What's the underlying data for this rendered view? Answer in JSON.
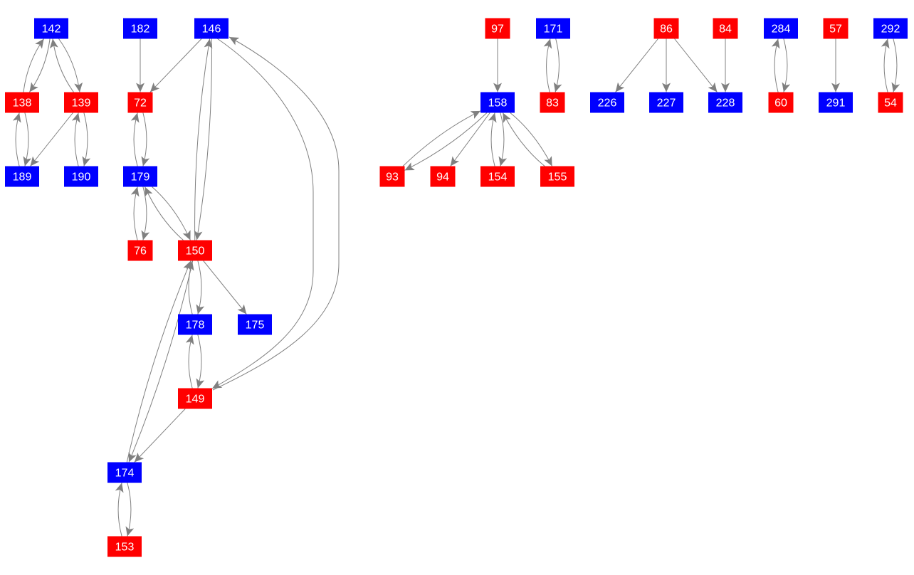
{
  "colors": {
    "blue": "#0000ff",
    "red": "#ff0000",
    "edge": "#808080",
    "background": "#ffffff"
  },
  "nodes": [
    {
      "id": "142",
      "color": "blue"
    },
    {
      "id": "182",
      "color": "blue"
    },
    {
      "id": "146",
      "color": "blue"
    },
    {
      "id": "138",
      "color": "red"
    },
    {
      "id": "139",
      "color": "red"
    },
    {
      "id": "72",
      "color": "red"
    },
    {
      "id": "189",
      "color": "blue"
    },
    {
      "id": "190",
      "color": "blue"
    },
    {
      "id": "179",
      "color": "blue"
    },
    {
      "id": "76",
      "color": "red"
    },
    {
      "id": "150",
      "color": "red"
    },
    {
      "id": "178",
      "color": "blue"
    },
    {
      "id": "175",
      "color": "blue"
    },
    {
      "id": "149",
      "color": "red"
    },
    {
      "id": "174",
      "color": "blue"
    },
    {
      "id": "153",
      "color": "red"
    },
    {
      "id": "97",
      "color": "red"
    },
    {
      "id": "171",
      "color": "blue"
    },
    {
      "id": "158",
      "color": "blue"
    },
    {
      "id": "83",
      "color": "red"
    },
    {
      "id": "93",
      "color": "red"
    },
    {
      "id": "94",
      "color": "red"
    },
    {
      "id": "154",
      "color": "red"
    },
    {
      "id": "155",
      "color": "red"
    },
    {
      "id": "86",
      "color": "red"
    },
    {
      "id": "84",
      "color": "red"
    },
    {
      "id": "284",
      "color": "blue"
    },
    {
      "id": "57",
      "color": "red"
    },
    {
      "id": "292",
      "color": "blue"
    },
    {
      "id": "226",
      "color": "blue"
    },
    {
      "id": "227",
      "color": "blue"
    },
    {
      "id": "228",
      "color": "blue"
    },
    {
      "id": "60",
      "color": "red"
    },
    {
      "id": "291",
      "color": "blue"
    },
    {
      "id": "54",
      "color": "red"
    }
  ],
  "edges": [
    [
      "142",
      "138"
    ],
    [
      "138",
      "142"
    ],
    [
      "142",
      "139"
    ],
    [
      "139",
      "142"
    ],
    [
      "138",
      "189"
    ],
    [
      "189",
      "138"
    ],
    [
      "139",
      "189"
    ],
    [
      "139",
      "190"
    ],
    [
      "190",
      "139"
    ],
    [
      "182",
      "72"
    ],
    [
      "146",
      "72"
    ],
    [
      "72",
      "179"
    ],
    [
      "179",
      "72"
    ],
    [
      "179",
      "76"
    ],
    [
      "76",
      "179"
    ],
    [
      "179",
      "150"
    ],
    [
      "150",
      "179"
    ],
    [
      "146",
      "150"
    ],
    [
      "150",
      "146"
    ],
    [
      "146",
      "149"
    ],
    [
      "149",
      "146"
    ],
    [
      "150",
      "178"
    ],
    [
      "178",
      "150"
    ],
    [
      "150",
      "175"
    ],
    [
      "150",
      "174"
    ],
    [
      "174",
      "150"
    ],
    [
      "178",
      "149"
    ],
    [
      "149",
      "178"
    ],
    [
      "149",
      "174"
    ],
    [
      "174",
      "153"
    ],
    [
      "153",
      "174"
    ],
    [
      "97",
      "158"
    ],
    [
      "171",
      "83"
    ],
    [
      "83",
      "171"
    ],
    [
      "158",
      "93"
    ],
    [
      "93",
      "158"
    ],
    [
      "158",
      "94"
    ],
    [
      "158",
      "154"
    ],
    [
      "154",
      "158"
    ],
    [
      "158",
      "155"
    ],
    [
      "155",
      "158"
    ],
    [
      "86",
      "226"
    ],
    [
      "86",
      "227"
    ],
    [
      "86",
      "228"
    ],
    [
      "84",
      "228"
    ],
    [
      "284",
      "60"
    ],
    [
      "60",
      "284"
    ],
    [
      "57",
      "291"
    ],
    [
      "292",
      "54"
    ],
    [
      "54",
      "292"
    ]
  ]
}
